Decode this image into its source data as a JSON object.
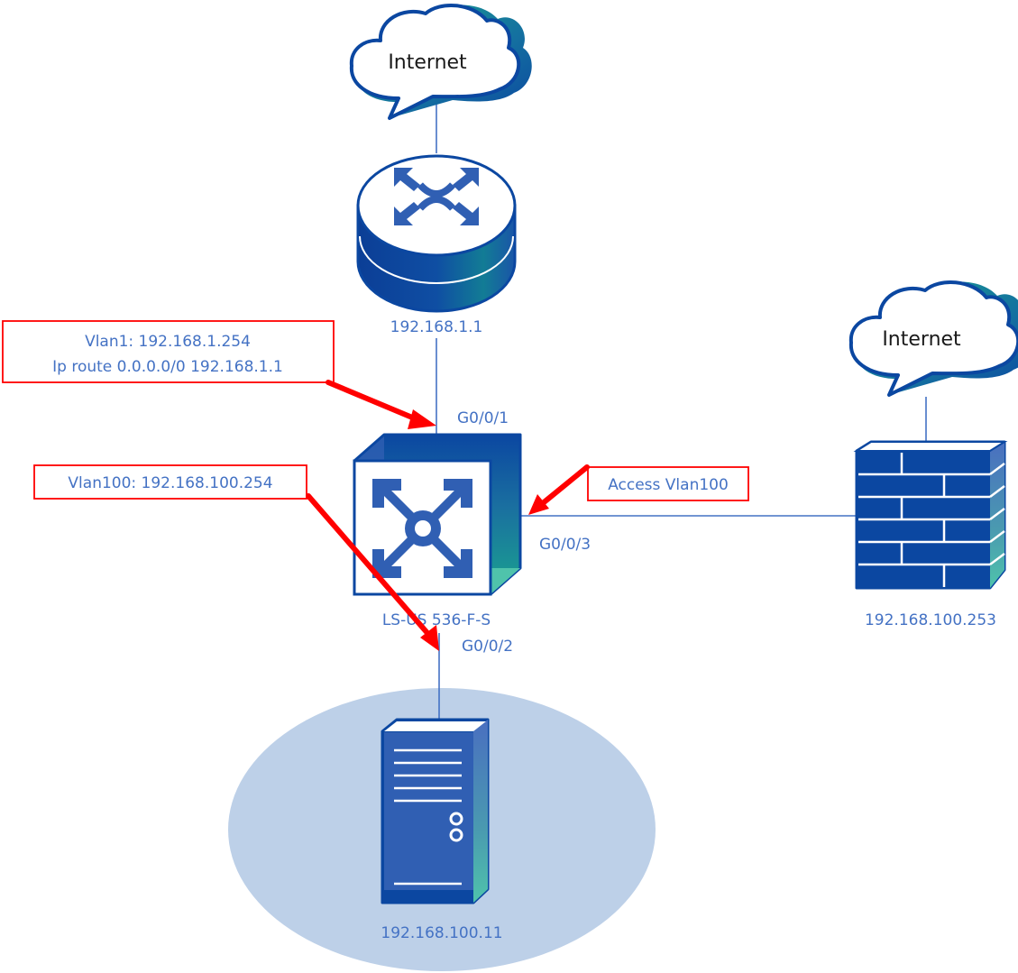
{
  "diagram": {
    "colors": {
      "device_blue": "#0b47a1",
      "device_mid_blue": "#305fb3",
      "device_teal": "#1aa38f",
      "device_light_teal": "#4fc3ab",
      "link_blue": "#4472c4",
      "label_blue": "#4472c4",
      "callout_red": "#ff0000",
      "subnet_ellipse": "#bdd0e8"
    },
    "nodes": {
      "internet_top": {
        "type": "cloud",
        "label": "Internet"
      },
      "router": {
        "type": "router",
        "label": "192.168.1.1"
      },
      "switch": {
        "type": "layer3-switch",
        "label": "LS-US 536-F-S"
      },
      "internet_right": {
        "type": "cloud",
        "label": "Internet"
      },
      "firewall": {
        "type": "firewall",
        "label": "192.168.100.253"
      },
      "server": {
        "type": "server",
        "label": "192.168.100.11"
      }
    },
    "ports": {
      "g001": "G0/0/1",
      "g002": "G0/0/2",
      "g003": "G0/0/3"
    },
    "callouts": {
      "vlan1": {
        "line1": "Vlan1: 192.168.1.254",
        "line2": "Ip route 0.0.0.0/0 192.168.1.1"
      },
      "vlan100": {
        "line1": "Vlan100: 192.168.100.254"
      },
      "access": {
        "line1": "Access Vlan100"
      }
    },
    "links": [
      {
        "from": "internet_top",
        "to": "router"
      },
      {
        "from": "router",
        "to": "switch",
        "port": "G0/0/1"
      },
      {
        "from": "switch",
        "to": "firewall",
        "port": "G0/0/3"
      },
      {
        "from": "internet_right",
        "to": "firewall"
      },
      {
        "from": "switch",
        "to": "server",
        "port": "G0/0/2"
      }
    ]
  }
}
